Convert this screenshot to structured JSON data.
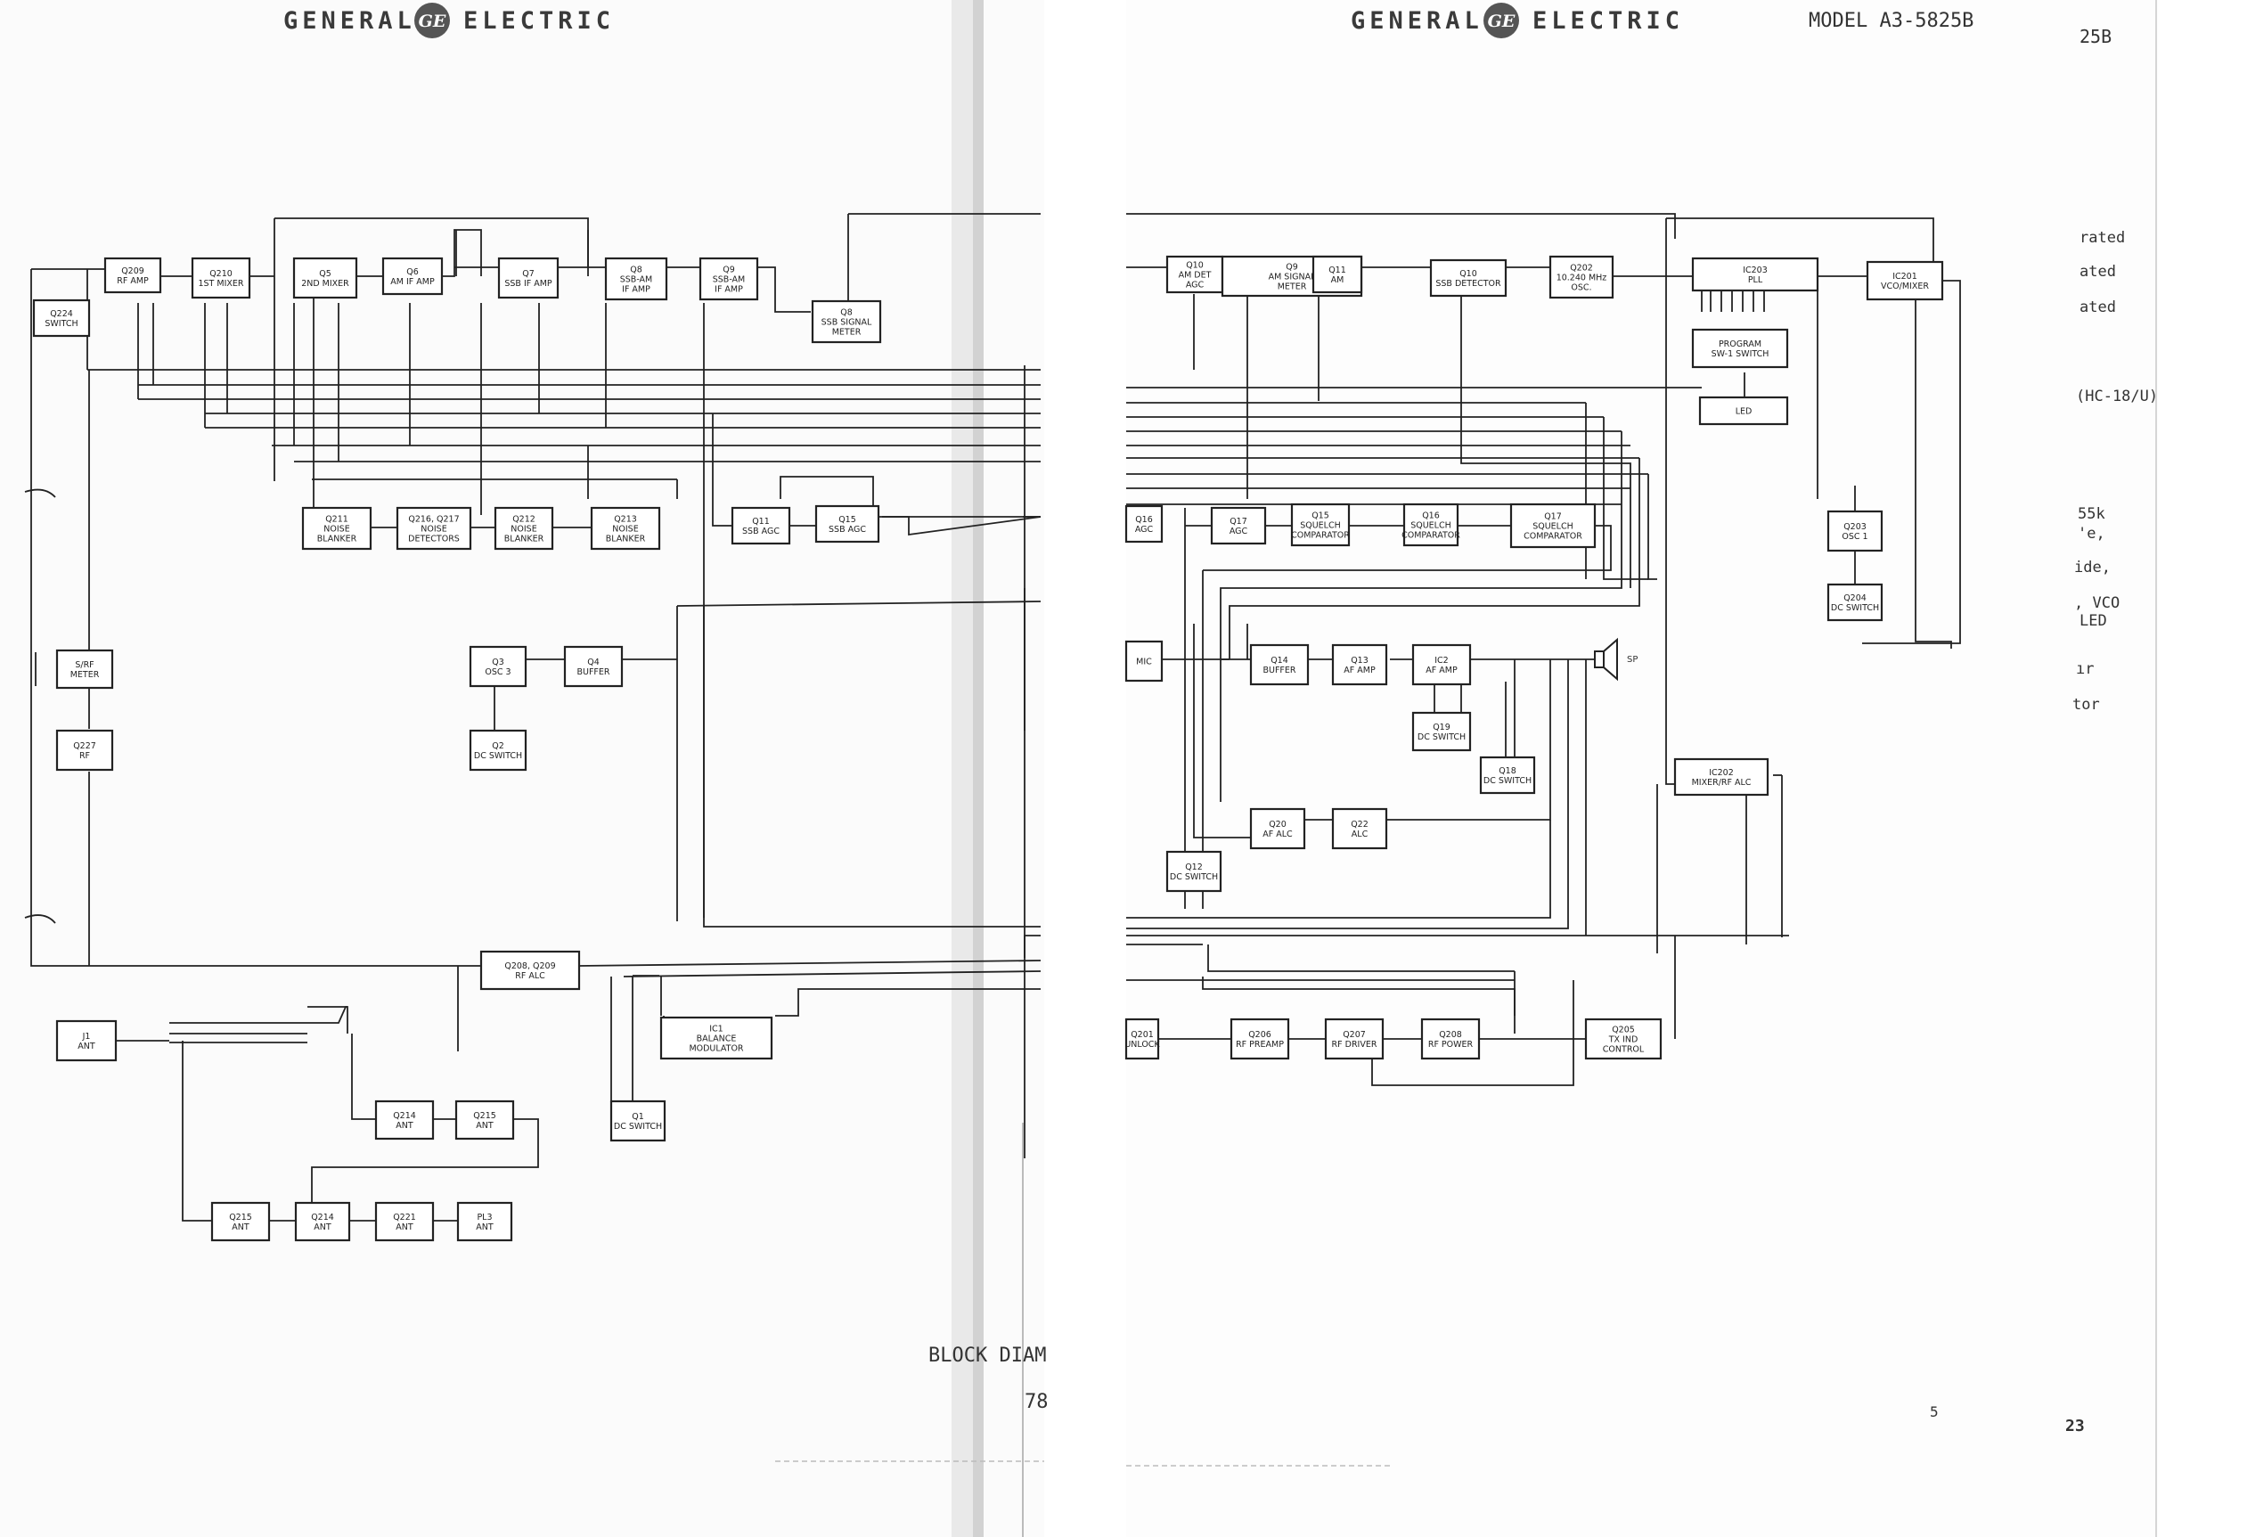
{
  "header": {
    "brand_left": "GENERAL",
    "brand_right": "ELECTRIC",
    "logo_text": "GE",
    "model": "MODEL A3-5825B",
    "model_fragment": "25B"
  },
  "footer": {
    "caption": "BLOCK DIAM",
    "caption_number": "78",
    "page_mark": "5",
    "page_number": "23"
  },
  "margin_fragments": [
    "rated",
    "ated",
    "ated",
    "(HC-18/U)",
    "55k",
    "'e,",
    "ide,",
    ", VCO",
    "LED",
    "ır",
    "tor"
  ],
  "speaker_label": "SP",
  "blocks": [
    {
      "id": "q224",
      "l1": "Q224",
      "l2": "SWITCH"
    },
    {
      "id": "q209",
      "l1": "Q209",
      "l2": "RF AMP"
    },
    {
      "id": "q210",
      "l1": "Q210",
      "l2": "1ST MIXER"
    },
    {
      "id": "q5",
      "l1": "Q5",
      "l2": "2ND MIXER"
    },
    {
      "id": "q6",
      "l1": "Q6",
      "l2": "AM IF AMP"
    },
    {
      "id": "q7",
      "l1": "Q7",
      "l2": "SSB IF AMP"
    },
    {
      "id": "q8a",
      "l1": "Q8",
      "l2": "SSB-AM",
      "l3": "IF AMP"
    },
    {
      "id": "q9",
      "l1": "Q9",
      "l2": "SSB-AM",
      "l3": "IF AMP"
    },
    {
      "id": "q8b",
      "l1": "Q8",
      "l2": "SSB SIGNAL",
      "l3": "METER"
    },
    {
      "id": "q211",
      "l1": "Q211",
      "l2": "NOISE",
      "l3": "BLANKER"
    },
    {
      "id": "q216",
      "l1": "Q216, Q217",
      "l2": "NOISE",
      "l3": "DETECTORS"
    },
    {
      "id": "q212",
      "l1": "Q212",
      "l2": "NOISE",
      "l3": "BLANKER"
    },
    {
      "id": "q213",
      "l1": "Q213",
      "l2": "NOISE",
      "l3": "BLANKER"
    },
    {
      "id": "q11",
      "l1": "Q11",
      "l2": "SSB AGC"
    },
    {
      "id": "q15b",
      "l1": "Q15",
      "l2": "SSB AGC"
    },
    {
      "id": "srf",
      "l1": "S/RF",
      "l2": "METER"
    },
    {
      "id": "q227",
      "l1": "Q227",
      "l2": "RF"
    },
    {
      "id": "q3",
      "l1": "Q3",
      "l2": "OSC 3"
    },
    {
      "id": "q4",
      "l1": "Q4",
      "l2": "BUFFER"
    },
    {
      "id": "q2",
      "l1": "Q2",
      "l2": "DC SWITCH"
    },
    {
      "id": "q208a",
      "l1": "Q208, Q209",
      "l2": "RF ALC"
    },
    {
      "id": "j1",
      "l1": "J1",
      "l2": "ANT"
    },
    {
      "id": "ic1",
      "l1": "IC1",
      "l2": "BALANCE",
      "l3": "MODULATOR"
    },
    {
      "id": "q214a",
      "l1": "Q214",
      "l2": "ANT"
    },
    {
      "id": "q215a",
      "l1": "Q215",
      "l2": "ANT"
    },
    {
      "id": "q1",
      "l1": "Q1",
      "l2": "DC SWITCH"
    },
    {
      "id": "q215b",
      "l1": "Q215",
      "l2": "ANT"
    },
    {
      "id": "q214b",
      "l1": "Q214",
      "l2": "ANT"
    },
    {
      "id": "q221",
      "l1": "Q221",
      "l2": "ANT"
    },
    {
      "id": "pl3",
      "l1": "PL3",
      "l2": "ANT"
    },
    {
      "id": "q10",
      "l1": "Q10",
      "l2": "AM DET",
      "l3": "AGC"
    },
    {
      "id": "q9b",
      "l1": "Q9",
      "l2": "AM SIGNAL",
      "l3": "METER"
    },
    {
      "id": "q11b",
      "l1": "Q11",
      "l2": "AM"
    },
    {
      "id": "q10b",
      "l1": "Q10",
      "l2": "SSB DETECTOR"
    },
    {
      "id": "q202",
      "l1": "Q202",
      "l2": "10.240 MHz",
      "l3": "OSC."
    },
    {
      "id": "ic203",
      "l1": "IC203",
      "l2": "PLL"
    },
    {
      "id": "ic201",
      "l1": "IC201",
      "l2": "VCO/MIXER"
    },
    {
      "id": "prog",
      "l1": "PROGRAM",
      "l2": "SW-1 SWITCH"
    },
    {
      "id": "led",
      "l1": "LED"
    },
    {
      "id": "q16a",
      "l1": "Q16",
      "l2": "AGC"
    },
    {
      "id": "q17a",
      "l1": "Q17",
      "l2": "AGC"
    },
    {
      "id": "q15",
      "l1": "Q15",
      "l2": "SQUELCH",
      "l3": "COMPARATOR"
    },
    {
      "id": "q16",
      "l1": "Q16",
      "l2": "SQUELCH",
      "l3": "COMPARATOR"
    },
    {
      "id": "q17",
      "l1": "Q17",
      "l2": "SQUELCH",
      "l3": "COMPARATOR"
    },
    {
      "id": "q203",
      "l1": "Q203",
      "l2": "OSC 1"
    },
    {
      "id": "q204",
      "l1": "Q204",
      "l2": "DC SWITCH"
    },
    {
      "id": "mic",
      "l1": "MIC"
    },
    {
      "id": "q14",
      "l1": "Q14",
      "l2": "BUFFER"
    },
    {
      "id": "q13",
      "l1": "Q13",
      "l2": "AF AMP"
    },
    {
      "id": "ic2",
      "l1": "IC2",
      "l2": "AF AMP"
    },
    {
      "id": "q19",
      "l1": "Q19",
      "l2": "DC SWITCH"
    },
    {
      "id": "q18",
      "l1": "Q18",
      "l2": "DC SWITCH"
    },
    {
      "id": "ic202",
      "l1": "IC202",
      "l2": "MIXER/RF ALC"
    },
    {
      "id": "q20",
      "l1": "Q20",
      "l2": "AF ALC"
    },
    {
      "id": "q22",
      "l1": "Q22",
      "l2": "ALC"
    },
    {
      "id": "q12",
      "l1": "Q12",
      "l2": "DC SWITCH"
    },
    {
      "id": "q201",
      "l1": "Q201",
      "l2": "UNLOCK"
    },
    {
      "id": "q206",
      "l1": "Q206",
      "l2": "RF PREAMP"
    },
    {
      "id": "q207",
      "l1": "Q207",
      "l2": "RF DRIVER"
    },
    {
      "id": "q208",
      "l1": "Q208",
      "l2": "RF POWER"
    },
    {
      "id": "q205",
      "l1": "Q205",
      "l2": "TX IND",
      "l3": "CONTROL"
    }
  ]
}
